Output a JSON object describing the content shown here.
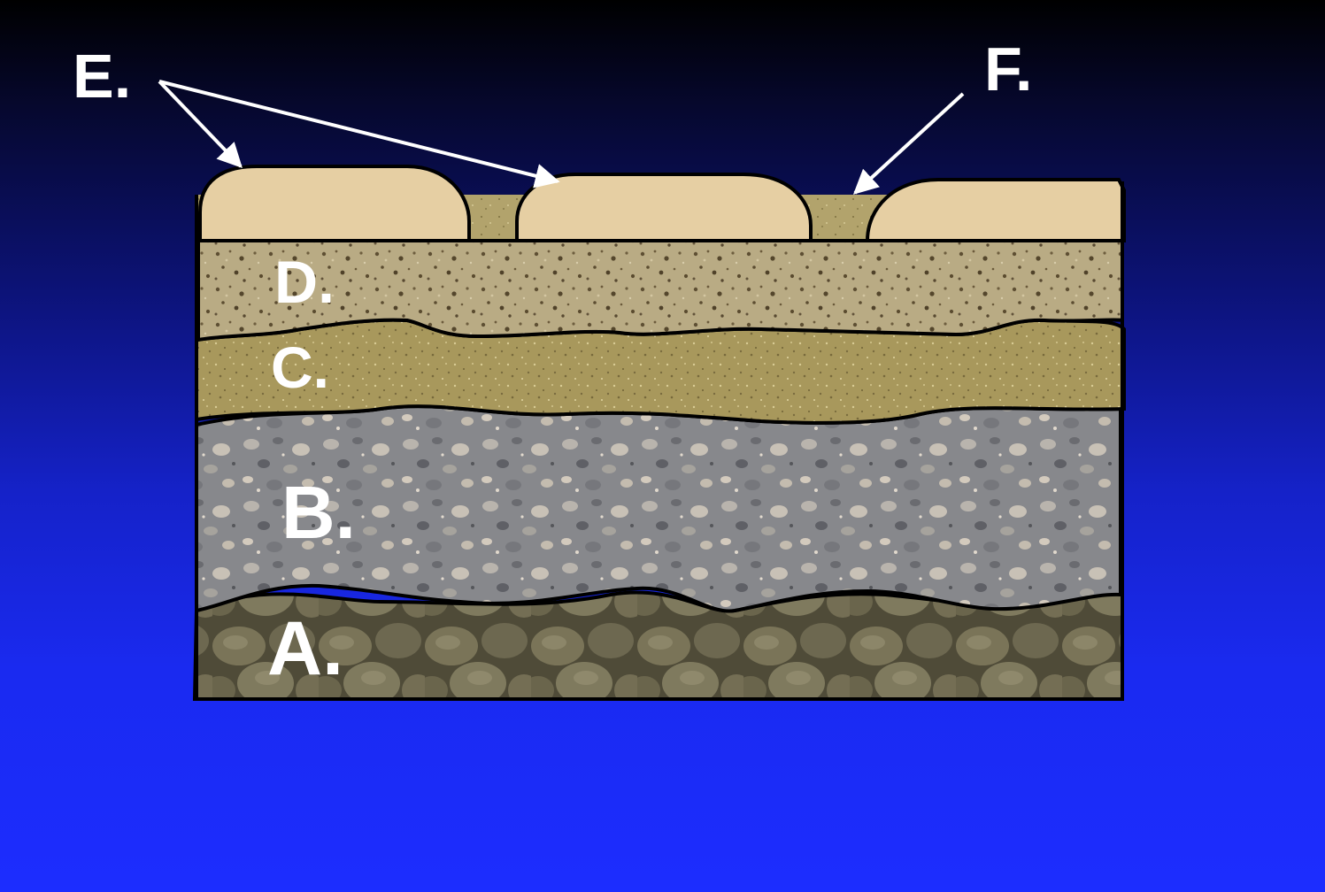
{
  "diagram": {
    "labels": {
      "a": "A.",
      "b": "B.",
      "c": "C.",
      "d": "D.",
      "e": "E.",
      "f": "F."
    },
    "colors": {
      "paver": "#e6cfa3",
      "joint_sand": "#b4a46e",
      "layer_d": "#b5a77f",
      "layer_c": "#a99a5e",
      "layer_b": "#8e8f93",
      "layer_a": "#6f6a52",
      "outline": "#000000",
      "label": "#ffffff"
    }
  }
}
